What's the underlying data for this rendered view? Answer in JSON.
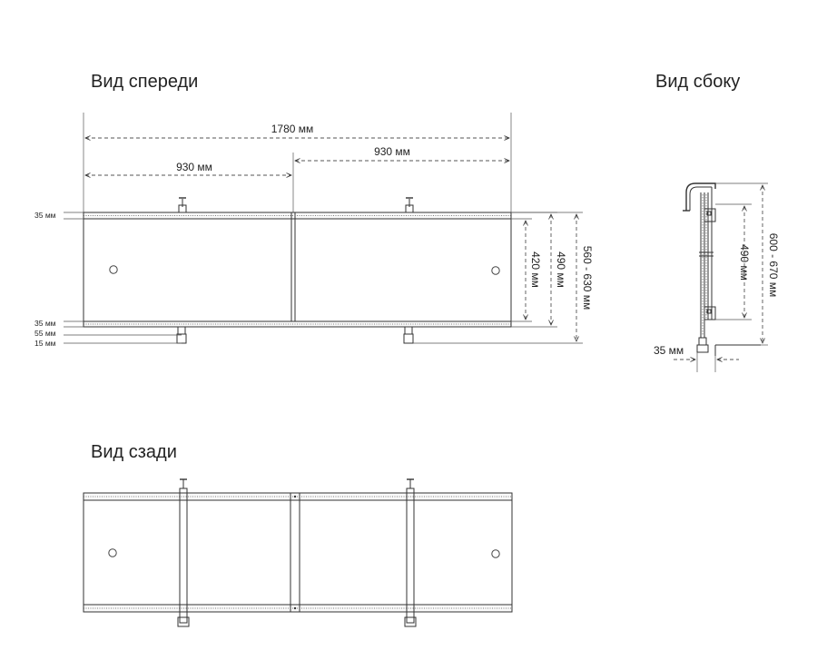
{
  "views": {
    "front": "Вид спереди",
    "side": "Вид сбоку",
    "back": "Вид сзади"
  },
  "dims": {
    "total_width": "1780 мм",
    "half_left": "930 мм",
    "half_right": "930 мм",
    "top_rail": "35 мм",
    "bottom_rail": "35 мм",
    "gap_55": "55 мм",
    "gap_15": "15 мм",
    "h420": "420 мм",
    "h490": "490 мм",
    "h560_630": "560 - 630 мм",
    "side_h490": "490 мм",
    "side_h600_670": "600 - 670 мм",
    "side_depth": "35 мм"
  }
}
